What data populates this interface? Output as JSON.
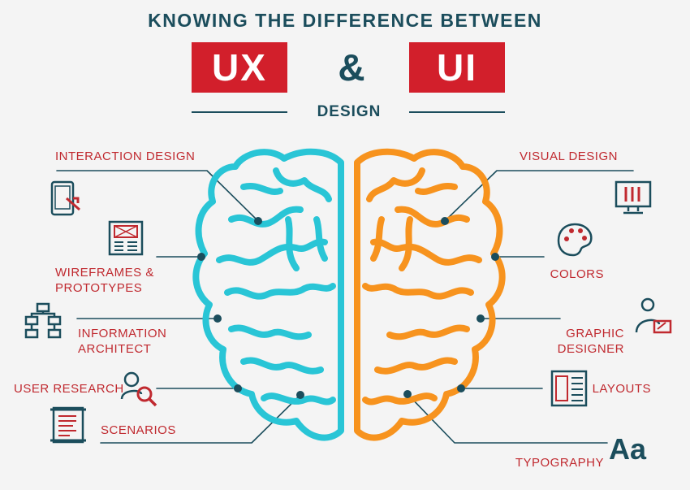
{
  "header": {
    "top_line": "KNOWING THE DIFFERENCE BETWEEN",
    "left_box": "UX",
    "ampersand": "&",
    "right_box": "UI",
    "bottom_line": "DESIGN"
  },
  "ux_topics": {
    "interaction_design": "INTERACTION DESIGN",
    "wireframes_1": "WIREFRAMES &",
    "wireframes_2": "PROTOTYPES",
    "info_arch_1": "INFORMATION",
    "info_arch_2": "ARCHITECT",
    "user_research": "USER RESEARCH",
    "scenarios": "SCENARIOS"
  },
  "ui_topics": {
    "visual_design": "VISUAL DESIGN",
    "colors": "COLORS",
    "graphic_1": "GRAPHIC",
    "graphic_2": "DESIGNER",
    "layouts": "LAYOUTS",
    "typography": "TYPOGRAPHY",
    "typography_glyph": "Aa"
  },
  "colors": {
    "ux_brain": "#29c5d6",
    "ui_brain": "#f7931e",
    "accent_red": "#d21f2b",
    "dark_teal": "#1b4d5c"
  },
  "icons": [
    "tablet-touch-icon",
    "wireframe-icon",
    "sitemap-icon",
    "user-search-icon",
    "document-icon",
    "monitor-brushes-icon",
    "palette-icon",
    "designer-icon",
    "layout-icon",
    "typography-icon"
  ]
}
